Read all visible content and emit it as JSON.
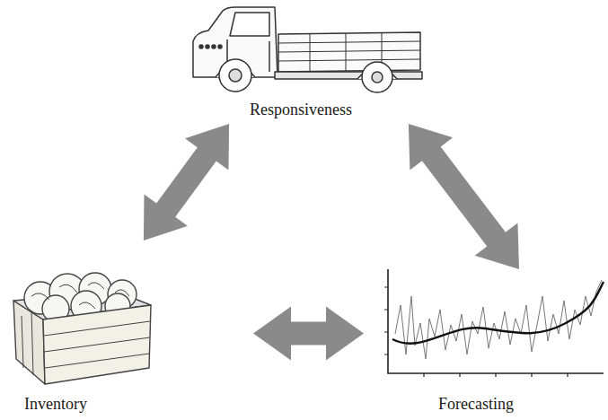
{
  "diagram": {
    "nodes": [
      {
        "text": [
          "Responsiveness"
        ]
      },
      {
        "text": [
          "Inventory"
        ]
      },
      {
        "text": [
          "Forecasting"
        ]
      }
    ],
    "edges": [
      {
        "from": 0,
        "to": 1,
        "arrow": "both"
      },
      {
        "from": 0,
        "to": 2,
        "arrow": "both"
      },
      {
        "from": 1,
        "to": 2,
        "arrow": "both"
      }
    ]
  }
}
